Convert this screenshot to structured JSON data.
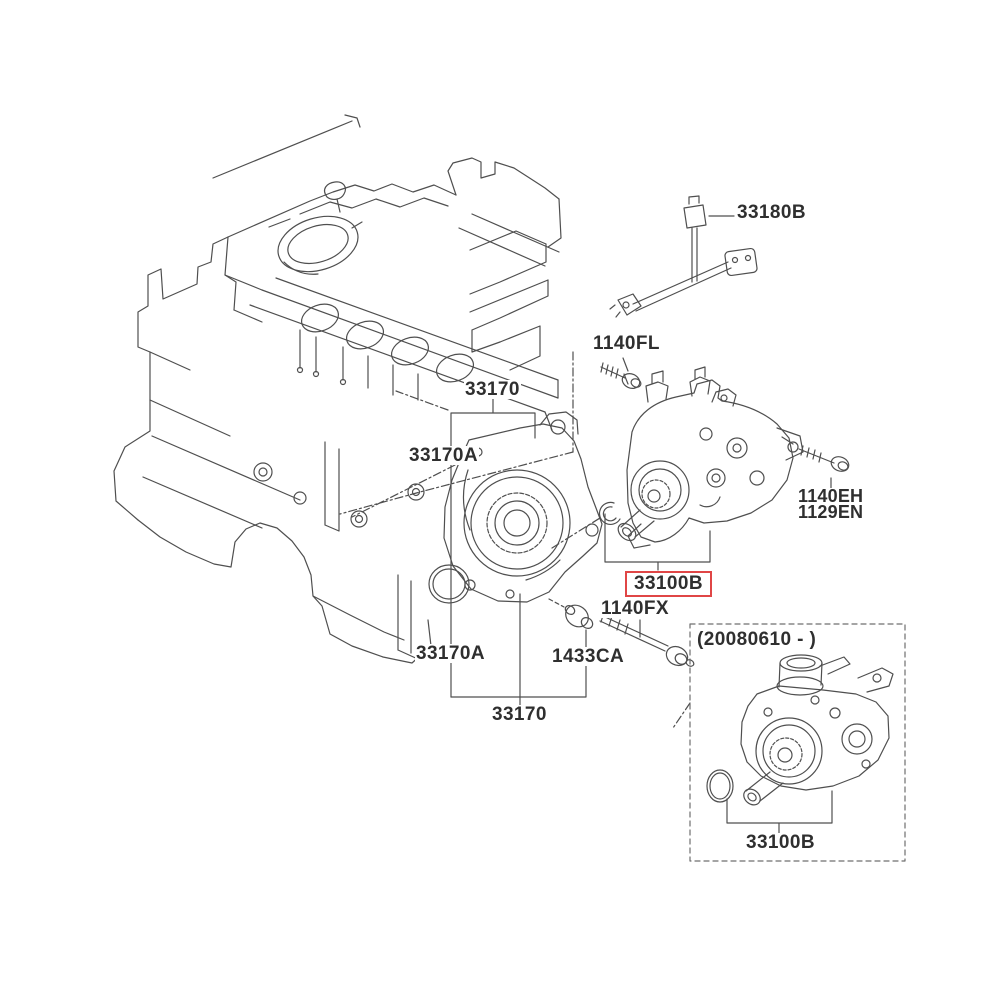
{
  "diagram_type": "parts-exploded-diagram",
  "colors": {
    "background": "#ffffff",
    "line": "#4f4f4f",
    "text": "#2f2f2f",
    "highlight_box": "#e04646",
    "dashed_box": "#6f6f6f"
  },
  "labels": {
    "p33180b": {
      "text": "33180B"
    },
    "p1140fl": {
      "text": "1140FL"
    },
    "p33170_top": {
      "text": "33170"
    },
    "p33170a_upper": {
      "text": "33170A"
    },
    "p1140eh": {
      "text": "1140EH"
    },
    "p1129en": {
      "text": "1129EN"
    },
    "p33100b_main": {
      "text": "33100B"
    },
    "p1140fx": {
      "text": "1140FX"
    },
    "p33170a_lower": {
      "text": "33170A"
    },
    "p1433ca": {
      "text": "1433CA"
    },
    "p33170_bottom": {
      "text": "33170"
    },
    "variant_note": {
      "text": "(20080610 - )"
    },
    "p33100b_variant": {
      "text": "33100B"
    }
  },
  "parts": {
    "engine": "engine-block",
    "cover": "timing-chain-cover",
    "gasket": "cover-o-ring-gasket",
    "pump_main": "high-pressure-fuel-pump",
    "wire": "pump-wiring-connector",
    "pump_variant": "high-pressure-fuel-pump-late-variant"
  }
}
